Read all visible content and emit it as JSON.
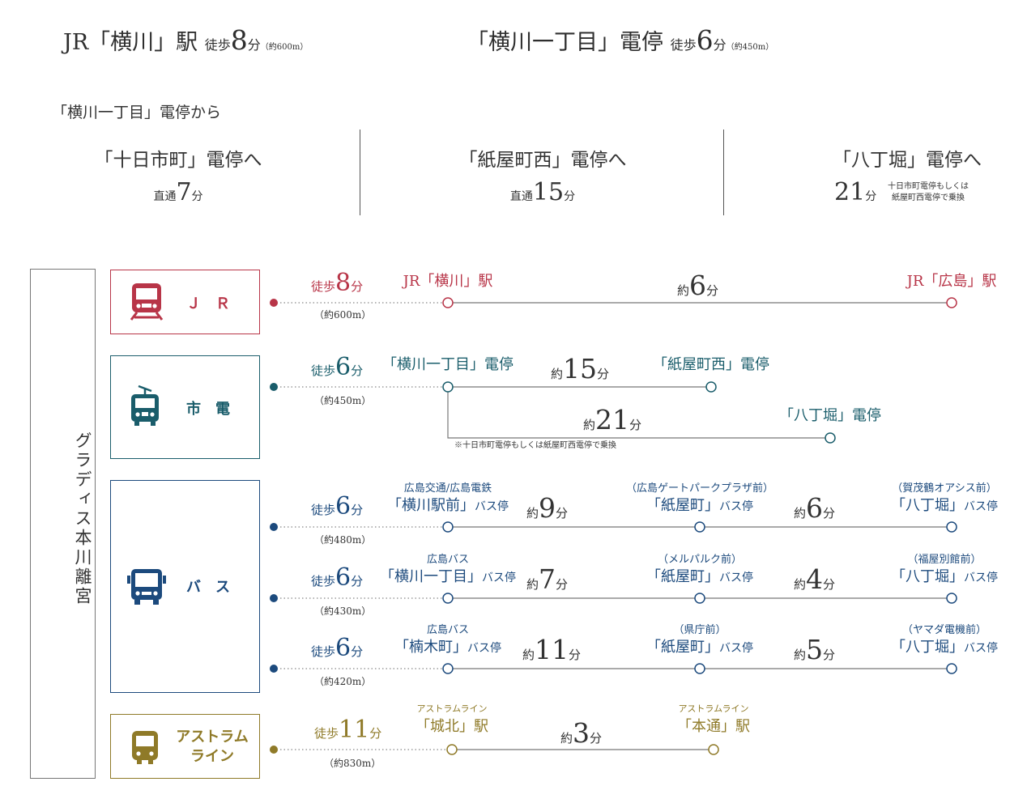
{
  "header": {
    "jr": {
      "name": "JR「横川」駅",
      "walk": "徒歩",
      "min": "8",
      "unit": "分",
      "dist": "（約600m）"
    },
    "tram": {
      "name": "「横川一丁目」電停",
      "walk": "徒歩",
      "min": "6",
      "unit": "分",
      "dist": "（約450m）"
    }
  },
  "from": "「横川一丁目」電停から",
  "destinations": [
    {
      "name": "「十日市町」電停へ",
      "prefix": "直通",
      "min": "7",
      "unit": "分"
    },
    {
      "name": "「紙屋町西」電停へ",
      "prefix": "直通",
      "min": "15",
      "unit": "分"
    },
    {
      "name": "「八丁堀」電停へ",
      "min": "21",
      "unit": "分",
      "note1": "十日市町電停もしくは",
      "note2": "紙屋町西電停で乗換"
    }
  ],
  "origin": "グラディス本川離宮",
  "modes": {
    "jr": {
      "label": "Ｊ　Ｒ"
    },
    "tram": {
      "label": "市　電"
    },
    "bus": {
      "label": "バ　ス"
    },
    "astram": {
      "label1": "アストラム",
      "label2": "ライン"
    }
  },
  "routes": {
    "jr": {
      "walk": "徒歩",
      "min": "8",
      "unit": "分",
      "dist": "（約600m）",
      "s1": "JR「横川」駅",
      "mid_prefix": "約",
      "mid": "6",
      "s2": "JR「広島」駅"
    },
    "tram": {
      "walk": "徒歩",
      "min": "6",
      "unit": "分",
      "dist": "（約450m）",
      "s1": "「横川一丁目」電停",
      "d1_prefix": "約",
      "d1": "15",
      "s2": "「紙屋町西」電停",
      "d2_prefix": "約",
      "d2": "21",
      "s3": "「八丁堀」電停",
      "note": "※十日市町電停もしくは紙屋町西電停で乗換"
    },
    "bus1": {
      "walk": "徒歩",
      "min": "6",
      "unit": "分",
      "dist": "（約480m）",
      "op1": "広島交通/広島電鉄",
      "s1": "「横川駅前」",
      "s1b": "バス停",
      "d1": "9",
      "op2": "（広島ゲートパークプラザ前）",
      "s2": "「紙屋町」",
      "s2b": "バス停",
      "d2": "6",
      "op3": "（賀茂鶴オアシス前）",
      "s3": "「八丁堀」",
      "s3b": "バス停"
    },
    "bus2": {
      "walk": "徒歩",
      "min": "6",
      "unit": "分",
      "dist": "（約430m）",
      "op1": "広島バス",
      "s1": "「横川一丁目」",
      "s1b": "バス停",
      "d1": "7",
      "op2": "（メルパルク前）",
      "s2": "「紙屋町」",
      "s2b": "バス停",
      "d2": "4",
      "op3": "（福屋別館前）",
      "s3": "「八丁堀」",
      "s3b": "バス停"
    },
    "bus3": {
      "walk": "徒歩",
      "min": "6",
      "unit": "分",
      "dist": "（約420m）",
      "op1": "広島バス",
      "s1": "「楠木町」",
      "s1b": "バス停",
      "d1": "11",
      "op2": "（県庁前）",
      "s2": "「紙屋町」",
      "s2b": "バス停",
      "d2": "5",
      "op3": "（ヤマダ電機前）",
      "s3": "「八丁堀」",
      "s3b": "バス停"
    },
    "astram": {
      "walk": "徒歩",
      "min": "11",
      "unit": "分",
      "dist": "（約830m）",
      "op1": "アストラムライン",
      "s1": "「城北」駅",
      "d1_prefix": "約",
      "d1": "3",
      "op2": "アストラムライン",
      "s2": "「本通」駅"
    },
    "approx": "約",
    "unit": "分"
  },
  "colors": {
    "jr": "#b83548",
    "tram": "#1a5d6b",
    "bus": "#1c4a7d",
    "astram": "#8f7a28"
  }
}
